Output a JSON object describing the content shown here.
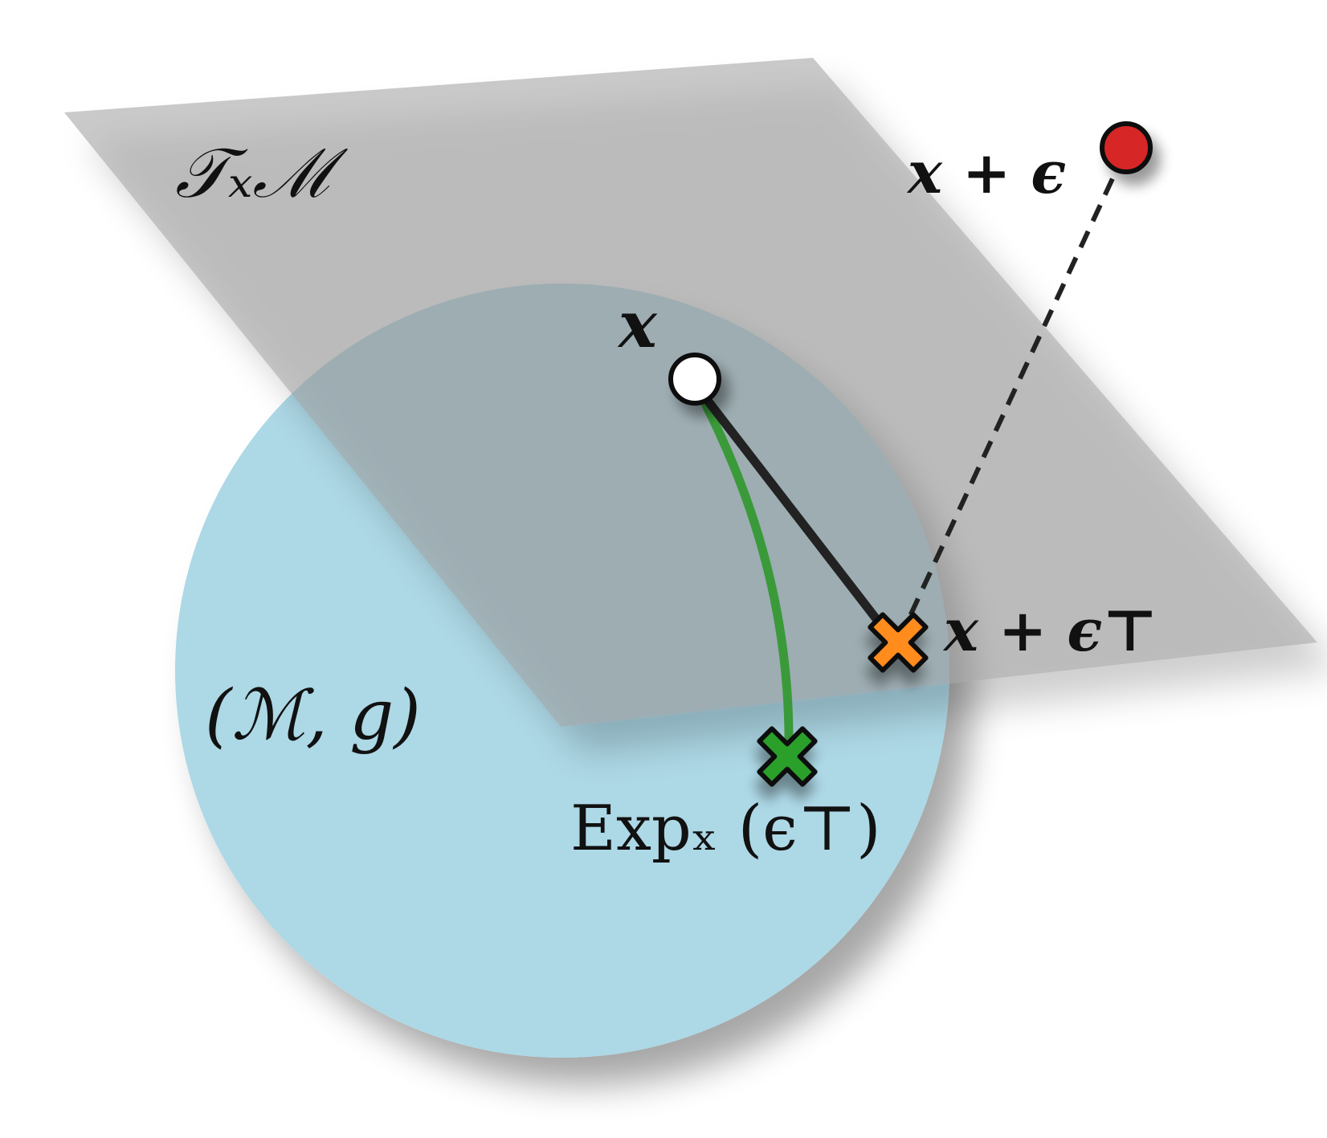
{
  "labels": {
    "tangent_space": "𝒯ₓℳ",
    "manifold": "(ℳ, g)",
    "point_x": "x",
    "perturbed_point": "x + ϵ",
    "projected_point": "x + ϵ⊤",
    "exp_map": "Expₓ (ϵ⊤)"
  },
  "colors": {
    "tangent_plane": "#bdbdbd",
    "manifold_disk": "#add8e6",
    "geodesic": "#3a9a3a",
    "tangent_segment": "#222222",
    "perturbed_marker": "#d62728",
    "projected_marker": "#ff8c1a",
    "exp_marker": "#2ca02c",
    "point_marker": "#ffffff"
  },
  "icons": {
    "point_x": "hollow-circle-marker",
    "perturbed_point": "filled-circle-marker",
    "projected_point": "x-cross-marker",
    "exp_map": "x-cross-marker"
  }
}
